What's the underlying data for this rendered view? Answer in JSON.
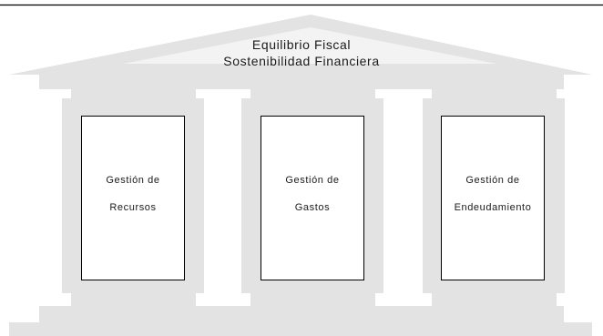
{
  "roof": {
    "line1": "Equilibrio Fiscal",
    "line2": "Sostenibilidad Financiera"
  },
  "pillars": [
    {
      "line1": "Gestión de",
      "line2": "Recursos"
    },
    {
      "line1": "Gestión de",
      "line2": "Gastos"
    },
    {
      "line1": "Gestión de",
      "line2": "Endeudamiento"
    }
  ],
  "colors": {
    "structure": "#e3e3e3",
    "highlight": "#f3f3f3",
    "box_border": "#000000",
    "rule": "#000000"
  }
}
